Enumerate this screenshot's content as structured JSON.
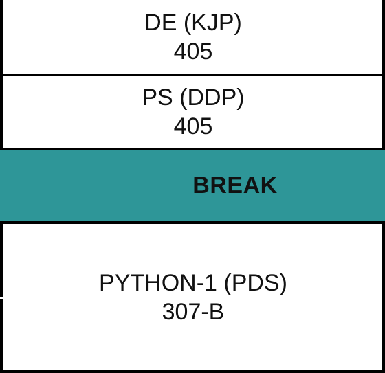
{
  "slots": [
    {
      "subject": "DE (KJP)",
      "room": "405"
    },
    {
      "subject": "PS (DDP)",
      "room": "405"
    },
    {
      "subject": "PYTHON-1 (PDS)",
      "room": "307-B"
    }
  ],
  "break": {
    "label": "BREAK"
  },
  "colors": {
    "break_band": "#2e9698",
    "border": "#000000",
    "text": "#111111",
    "background": "#ffffff"
  }
}
